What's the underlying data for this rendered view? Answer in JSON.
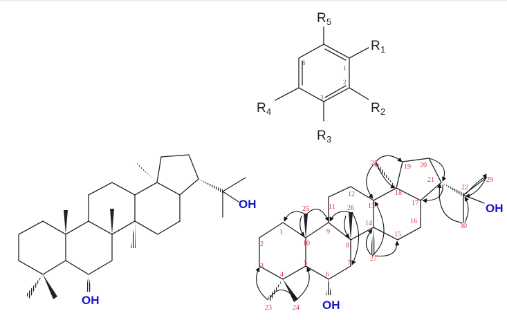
{
  "benzene": {
    "substituents": [
      "R1",
      "R2",
      "R3",
      "R4",
      "R5"
    ],
    "subscripts": [
      "1",
      "2",
      "3",
      "4",
      "5"
    ],
    "ring_numbers": [
      "1",
      "2",
      "3",
      "6"
    ]
  },
  "left_structure": {
    "hydroxyl_labels": [
      "OH",
      "OH"
    ]
  },
  "right_structure": {
    "hydroxyl_labels": [
      "OH",
      "OH"
    ],
    "carbon_numbers": [
      "1",
      "2",
      "3",
      "4",
      "5",
      "6",
      "7",
      "8",
      "9",
      "10",
      "11",
      "12",
      "13",
      "14",
      "15",
      "16",
      "17",
      "18",
      "19",
      "20",
      "21",
      "22",
      "23",
      "24",
      "25",
      "26",
      "27",
      "28",
      "29",
      "30"
    ]
  },
  "colors": {
    "hydroxyl": "#1515c8",
    "carbon_numbers": "#d8323c",
    "bonds": "#222222"
  }
}
